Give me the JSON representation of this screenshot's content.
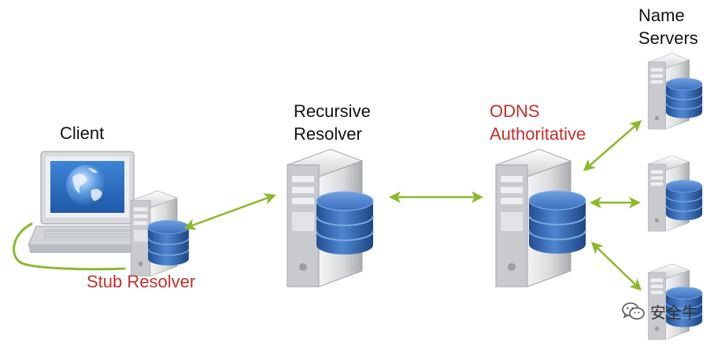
{
  "labels": {
    "client": "Client",
    "stub_resolver": "Stub Resolver",
    "recursive_line1": "Recursive",
    "recursive_line2": "Resolver",
    "odns_line1": "ODNS",
    "odns_line2": "Authoritative",
    "name_servers_line1": "Name",
    "name_servers_line2": "Servers"
  },
  "watermark": {
    "text": "安全牛",
    "icon": "wechat-icon"
  },
  "colors": {
    "arrow": "#8cb82c",
    "accent_text": "#c4302b",
    "text": "#111111",
    "db_blue": "#2f66b0",
    "server_gray": "#c9cbce",
    "screen_blue": "#2d6fc2"
  },
  "icons": [
    "computer-icon",
    "server-icon",
    "database-icon",
    "globe-icon",
    "wechat-icon"
  ]
}
